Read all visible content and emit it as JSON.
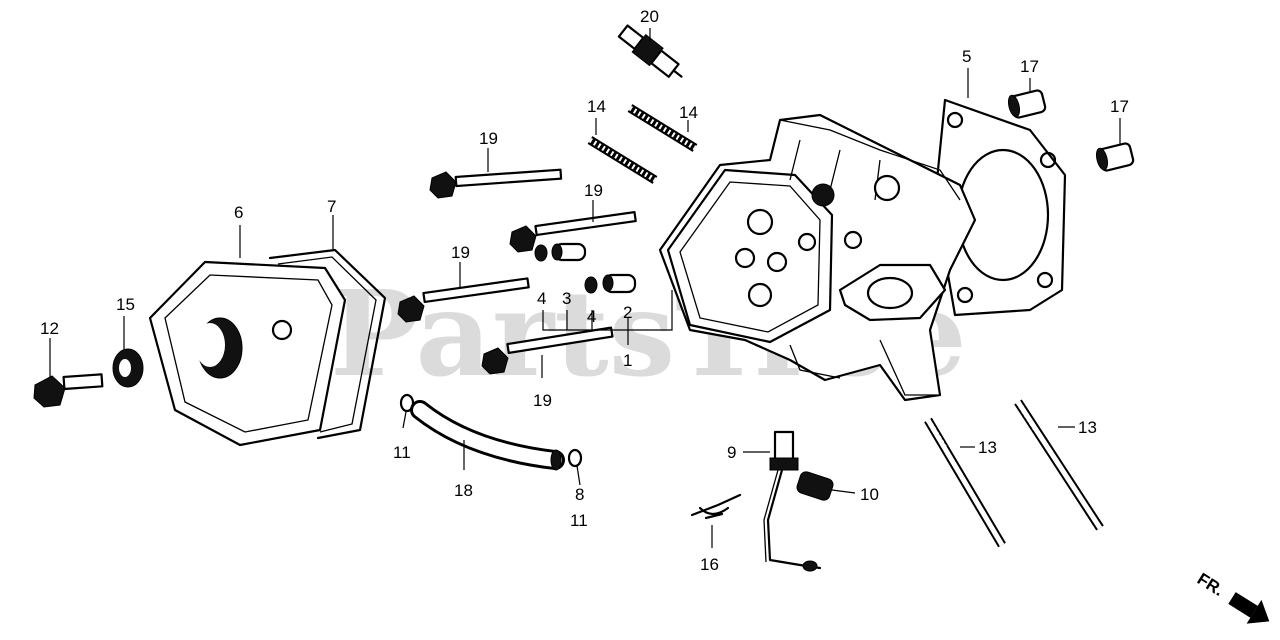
{
  "watermark": "PartsTree",
  "direction_label": "FR.",
  "callouts": {
    "c1": "1",
    "c2": "2",
    "c3": "3",
    "c4a": "4",
    "c4b": "4",
    "c5": "5",
    "c6": "6",
    "c7": "7",
    "c8": "8",
    "c9": "9",
    "c10": "10",
    "c11a": "11",
    "c11b": "11",
    "c12": "12",
    "c13a": "13",
    "c13b": "13",
    "c14a": "14",
    "c14b": "14",
    "c15": "15",
    "c16": "16",
    "c17a": "17",
    "c17b": "17",
    "c18": "18",
    "c19a": "19",
    "c19b": "19",
    "c19c": "19",
    "c19d": "19",
    "c20": "20"
  }
}
